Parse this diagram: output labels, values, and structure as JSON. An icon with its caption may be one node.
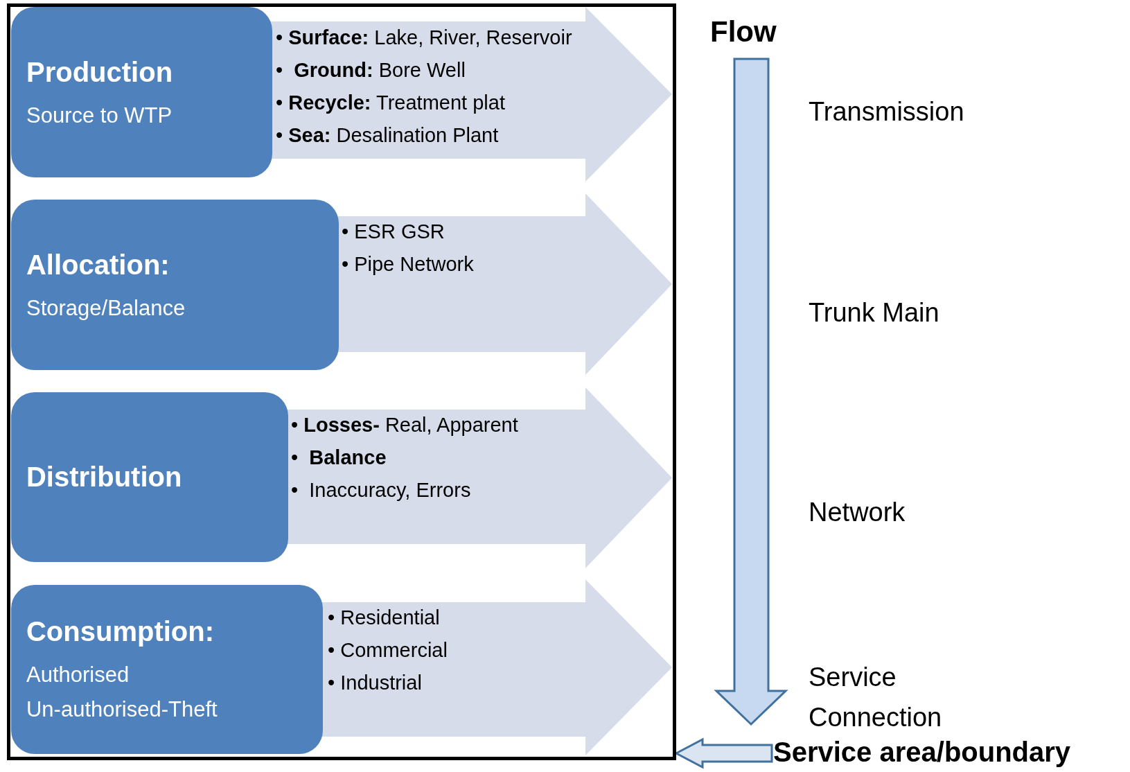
{
  "diagram": {
    "nodes": [
      {
        "text": [],
        "shape": "box"
      },
      {
        "text": [
          "Production",
          "Source to WTP"
        ],
        "in": 0
      },
      {
        "text": [
          "• **Surface:** Lake, River, Reservoir",
          "•  **Ground:** Bore Well",
          "• **Recycle:** Treatment plat",
          "• **Sea:** Desalination Plant"
        ],
        "in": 0
      },
      {
        "text": [
          "Allocation:",
          "Storage/Balance"
        ],
        "in": 0
      },
      {
        "text": [
          "• ESR GSR",
          "• Pipe Network"
        ],
        "in": 0
      },
      {
        "text": [
          "Distribution"
        ],
        "in": 0
      },
      {
        "text": [
          "• **Losses-** Real, Apparent",
          "•  **Balance**",
          "•  Inaccuracy, Errors"
        ],
        "in": 0
      },
      {
        "text": [
          "Consumption:",
          "Authorised",
          "Un-authorised-Theft"
        ],
        "in": 0
      },
      {
        "text": [
          "• Residential",
          "• Commercial",
          "• Industrial"
        ],
        "in": 0
      },
      {
        "text": [
          "Service area/boundary"
        ]
      }
    ],
    "edges": [
      {
        "from": 9,
        "to": 0,
        "arrow": "to"
      }
    ],
    "labels": [
      "Flow",
      "Transmission",
      "Trunk Main",
      "Network",
      "Service Connection"
    ]
  }
}
